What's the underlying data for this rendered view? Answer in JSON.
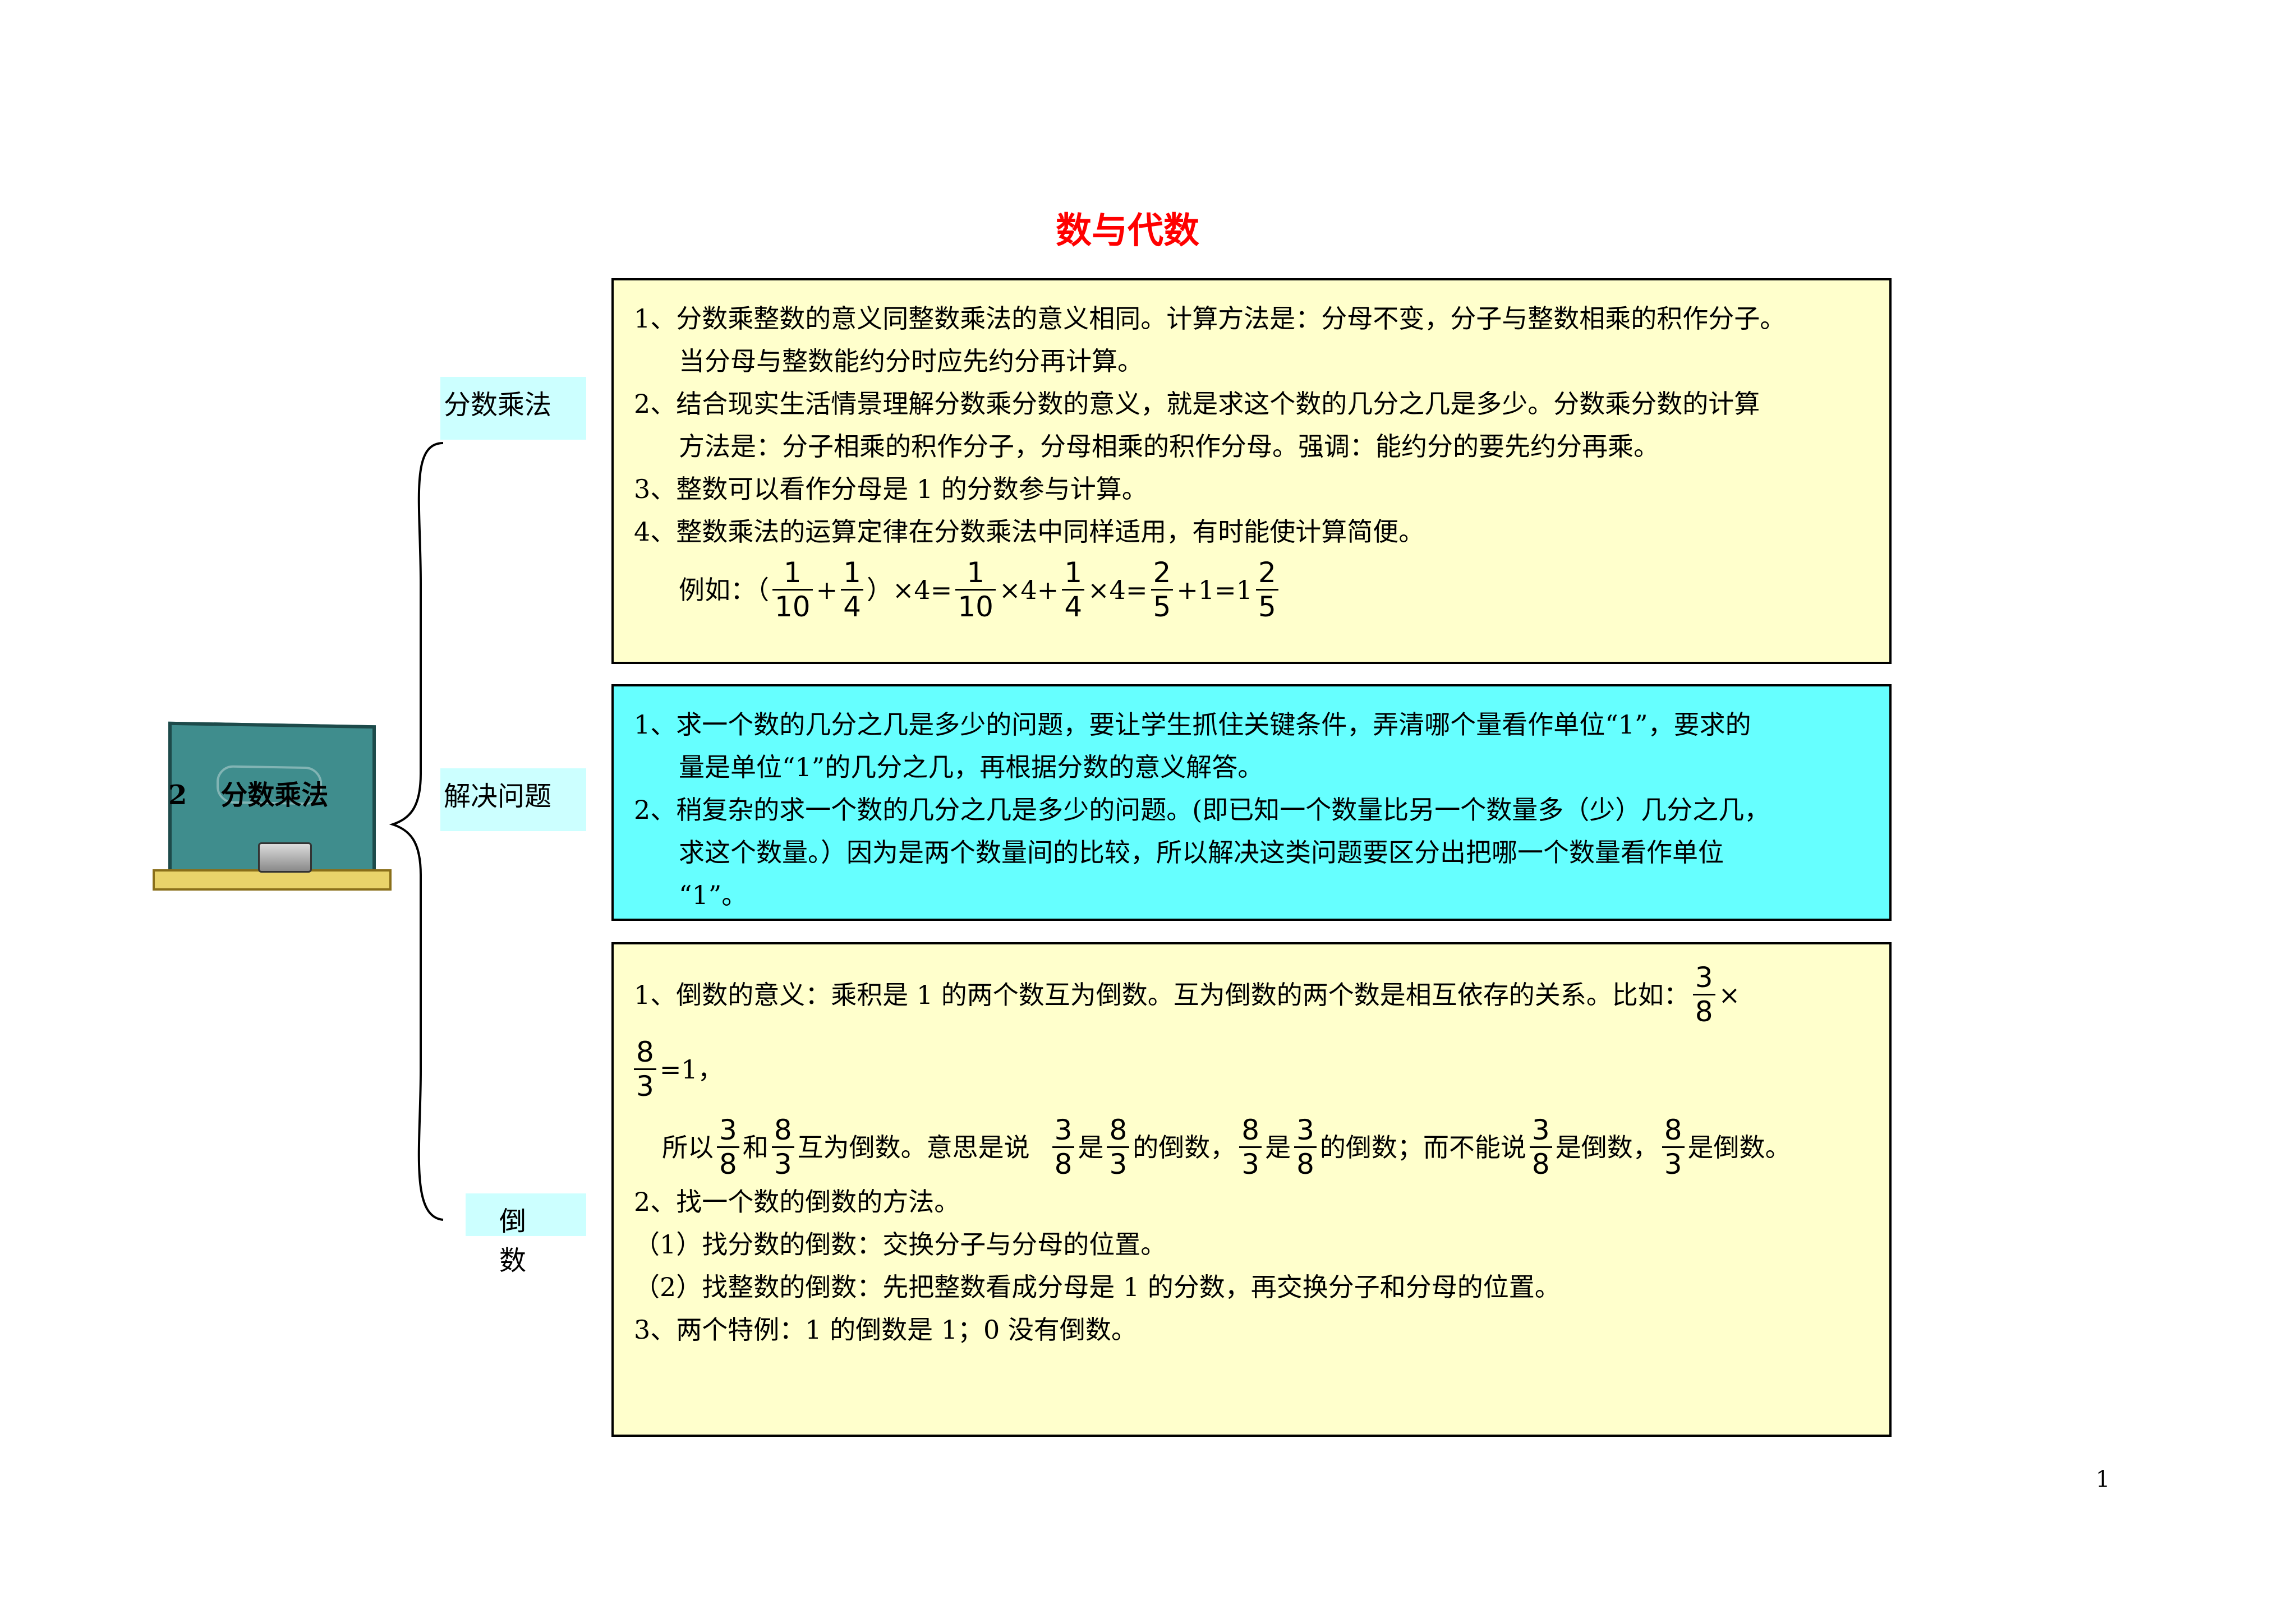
{
  "title": "数与代数",
  "chalkboard": {
    "number": "2",
    "label": "分数乘法"
  },
  "branches": [
    "分数乘法",
    "解决问题",
    "倒数"
  ],
  "box1": {
    "l1": "1、分数乘整数的意义同整数乘法的意义相同。计算方法是：分母不变，分子与整数相乘的积作分子。",
    "l1b": "当分母与整数能约分时应先约分再计算。",
    "l2": "2、结合现实生活情景理解分数乘分数的意义，就是求这个数的几分之几是多少。分数乘分数的计算",
    "l2b": "方法是：分子相乘的积作分子，分母相乘的积作分母。强调：能约分的要先约分再乘。",
    "l3": "3、整数可以看作分母是 1 的分数参与计算。",
    "l4": "4、整数乘法的运算定律在分数乘法中同样适用，有时能使计算简便。",
    "example": {
      "prefix": "例如：（",
      "f1n": "1",
      "f1d": "10",
      "plus": "+",
      "f2n": "1",
      "f2d": "4",
      "close": "）×4=",
      "f3n": "1",
      "f3d": "10",
      "mid1": "×4+",
      "f4n": "1",
      "f4d": "4",
      "mid2": "×4=",
      "f5n": "2",
      "f5d": "5",
      "mid3": "+1=1",
      "f6n": "2",
      "f6d": "5"
    }
  },
  "box2": {
    "l1": "1、求一个数的几分之几是多少的问题，要让学生抓住关键条件，弄清哪个量看作单位“1”，要求的",
    "l1b": "量是单位“1”的几分之几，再根据分数的意义解答。",
    "l2": "2、稍复杂的求一个数的几分之几是多少的问题。(即已知一个数量比另一个数量多（少）几分之几，",
    "l2b": "求这个数量。）因为是两个数量间的比较，所以解决这类问题要区分出把哪一个数量看作单位",
    "l2c": "“1”。"
  },
  "box3": {
    "l1": "1、倒数的意义：乘积是 1 的两个数互为倒数。互为倒数的两个数是相互依存的关系。比如：",
    "a_n": "3",
    "a_d": "8",
    "times": "×",
    "b_n": "8",
    "b_d": "3",
    "eq1": "=1，",
    "s_pre": "所以",
    "s1n": "3",
    "s1d": "8",
    "he": "和",
    "s2n": "8",
    "s2d": "3",
    "mutual": "互为倒数。意思是说",
    "s3n": "3",
    "s3d": "8",
    "shi1": "是",
    "s4n": "8",
    "s4d": "3",
    "dds1": "的倒数，",
    "s5n": "8",
    "s5d": "3",
    "shi2": "是",
    "s6n": "3",
    "s6d": "8",
    "dds2": "的倒数；而不能说",
    "s7n": "3",
    "s7d": "8",
    "sd1": "是倒数，",
    "s8n": "8",
    "s8d": "3",
    "sd2": "是倒数。",
    "l2": "2、找一个数的倒数的方法。",
    "l2a": "（1）找分数的倒数：交换分子与分母的位置。",
    "l2b": "（2）找整数的倒数：先把整数看成分母是 1 的分数，再交换分子和分母的位置。",
    "l3": "3、两个特例：1 的倒数是 1；0 没有倒数。"
  },
  "page_number": "1"
}
